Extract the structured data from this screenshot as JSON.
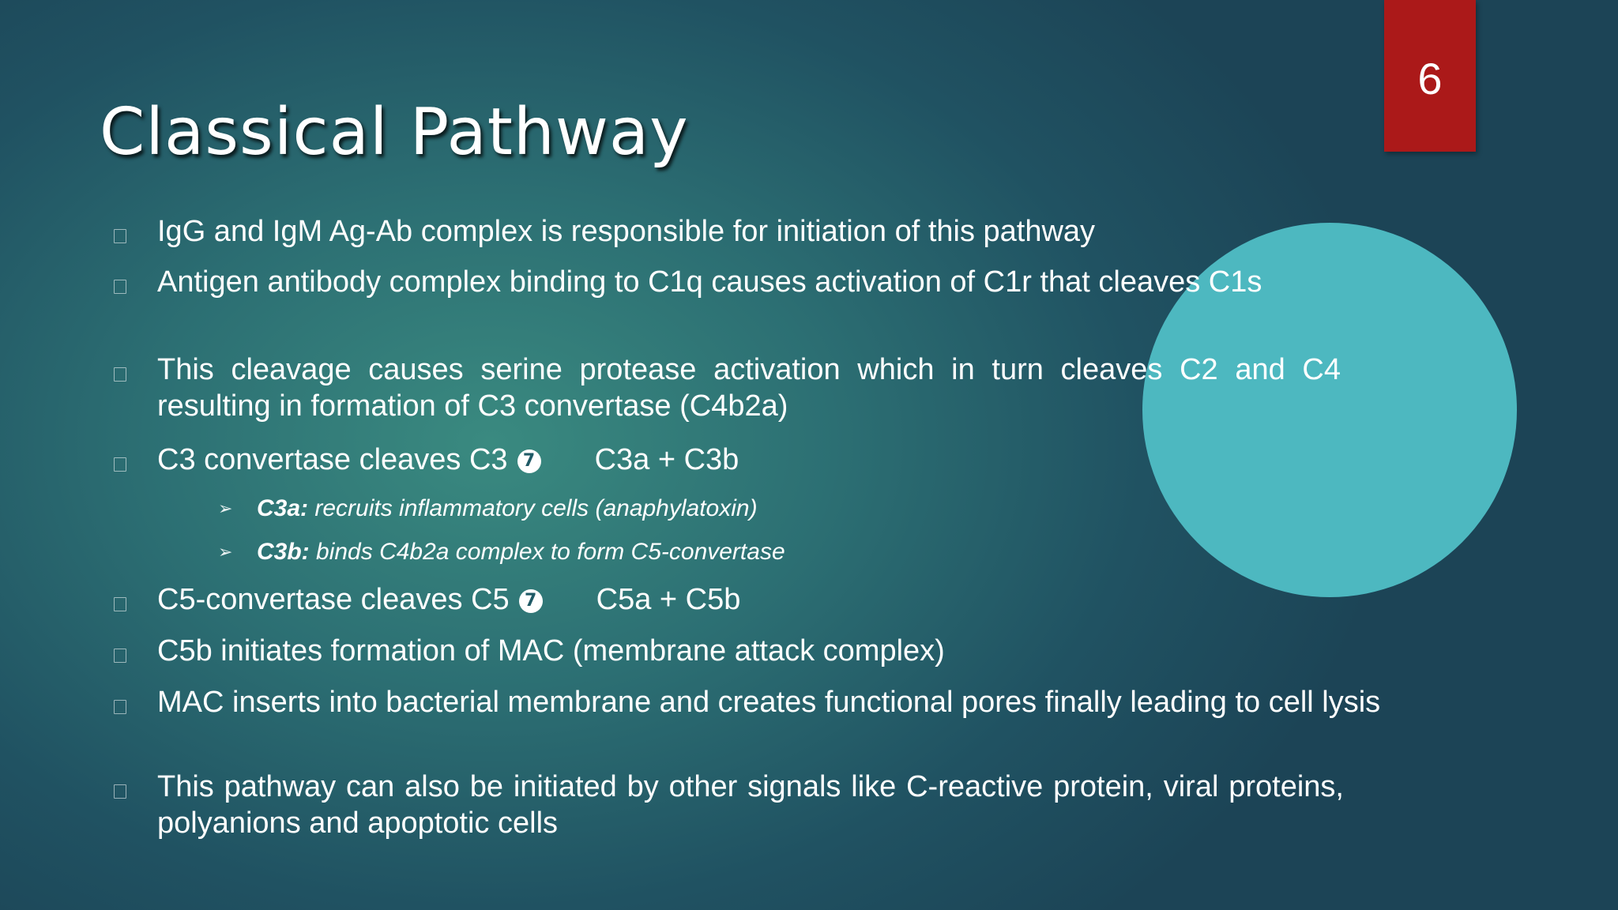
{
  "slide": {
    "title": "Classical Pathway",
    "page_number": "6"
  },
  "bullets": [
    {
      "text": "IgG and IgM Ag-Ab complex is responsible for initiation of this pathway"
    },
    {
      "text": "Antigen antibody complex binding to C1q causes activation of C1r that cleaves C1s"
    },
    {
      "text": "This cleavage causes serine protease activation which in turn cleaves C2 and C4 resulting in formation of C3 convertase (C4b2a)"
    },
    {
      "before": "C3 convertase cleaves C3",
      "symbol": "7",
      "after": "C3a + C3b"
    },
    {
      "text": "C5-convertase cleaves C5",
      "symbol": "7",
      "after": "C5a + C5b"
    },
    {
      "text": "C5b initiates formation of MAC (membrane attack complex)"
    },
    {
      "text": "MAC inserts into bacterial membrane and creates functional pores finally leading to cell lysis"
    },
    {
      "text": "This pathway can also be initiated by other signals like C-reactive protein, viral proteins, polyanions and apoptotic cells"
    }
  ],
  "sub_bullets": [
    {
      "marker": "➢",
      "term": "C3a:",
      "desc": "recruits inflammatory cells (anaphylatoxin)"
    },
    {
      "marker": "➢",
      "term": "C3b:",
      "desc": "binds C4b2a complex to form C5-convertase"
    }
  ],
  "colors": {
    "page_number_bg": "#ab1919",
    "circle": "#4db8c0",
    "background_center": "#3a8a80",
    "background_edge": "#1c4456"
  }
}
